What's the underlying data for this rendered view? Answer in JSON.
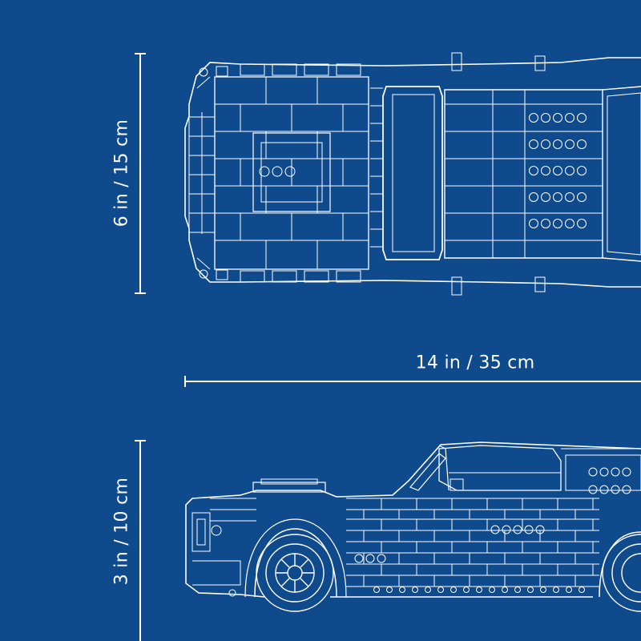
{
  "dimensions": {
    "top_view_width": "6 in / 15 cm",
    "length": "14 in / 35 cm",
    "side_view_height": "3 in / 10 cm"
  },
  "colors": {
    "background": "#0e4a8c",
    "line": "#ffffff",
    "line_faint": "#9fc3ec"
  }
}
